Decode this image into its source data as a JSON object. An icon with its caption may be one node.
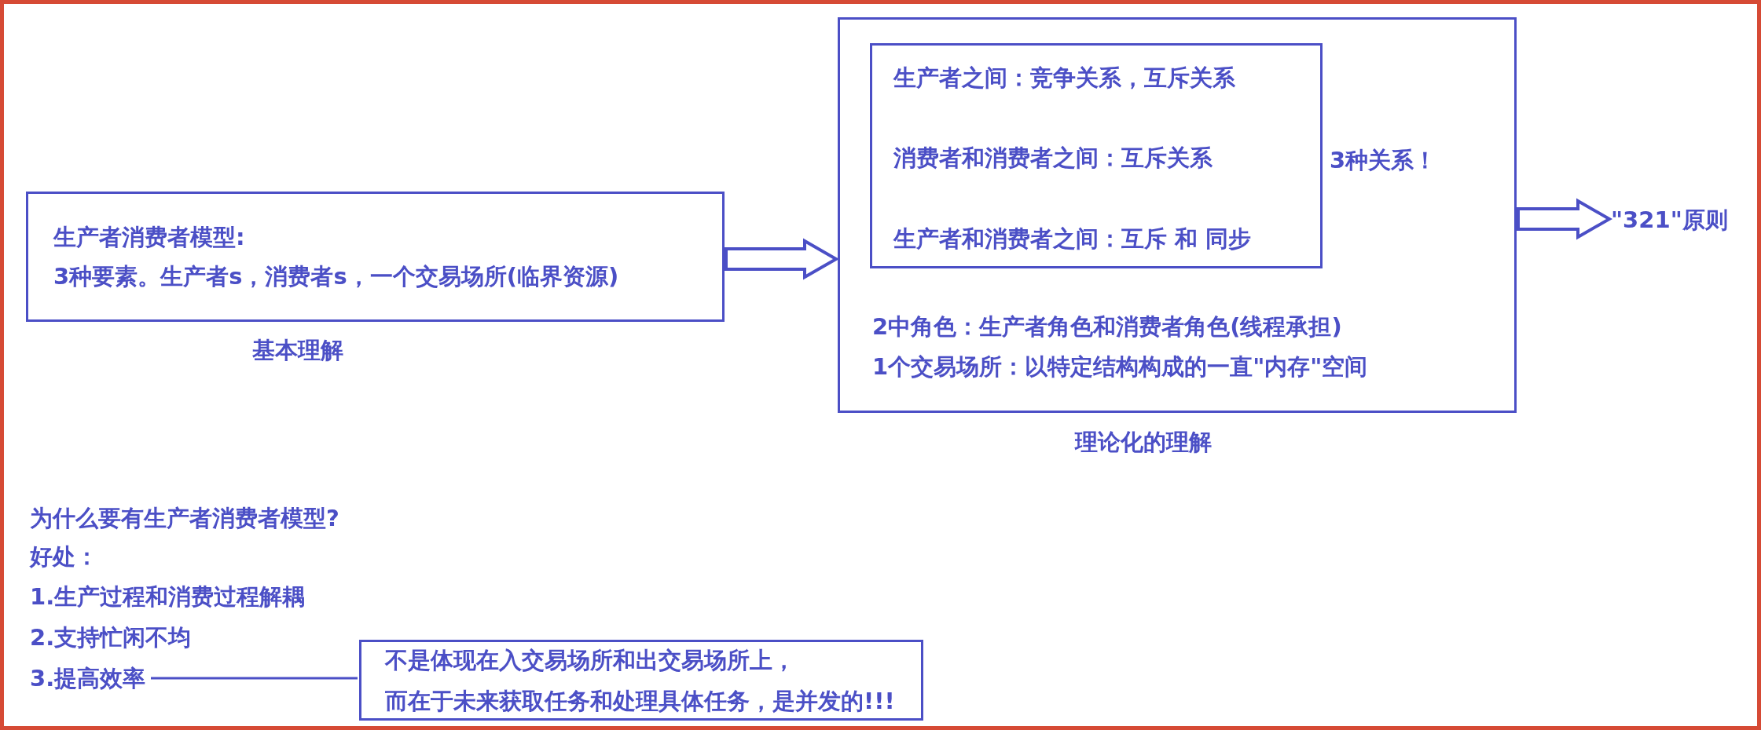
{
  "diagram": {
    "nodes": [
      {
        "text": [
          "生产者消费者模型:",
          "3种要素。生产者s，消费者s，一个交易场所(临界资源)"
        ],
        "beside": [
          "基本理解"
        ]
      },
      {
        "text": [
          "2中角色：生产者角色和消费者角色(线程承担)",
          "1个交易场所：以特定结构构成的一直\"内存\"空间"
        ],
        "beside": [
          "理论化的理解"
        ]
      },
      {
        "text": [
          "生产者之间：竞争关系，互斥关系",
          "消费者和消费者之间：互斥关系",
          "生产者和消费者之间：互斥 和 同步"
        ],
        "in": 1,
        "beside": [
          "3种关系！"
        ]
      },
      {
        "text": [
          "\"321\"原则"
        ]
      },
      {
        "text": [
          "3.提高效率"
        ]
      },
      {
        "text": [
          "不是体现在入交易场所和出交易场所上，",
          "而在于未来获取任务和处理具体任务，是并发的!!!"
        ]
      }
    ],
    "edges": [
      {
        "from": 0,
        "to": 1,
        "arrow": "to"
      },
      {
        "from": 1,
        "to": 3,
        "arrow": "to"
      },
      {
        "from": 4,
        "to": 5,
        "arrow": "none"
      }
    ],
    "labels": [
      "为什么要有生产者消费者模型?",
      "好处：",
      "1.生产过程和消费过程解耦",
      "2.支持忙闲不均"
    ]
  }
}
